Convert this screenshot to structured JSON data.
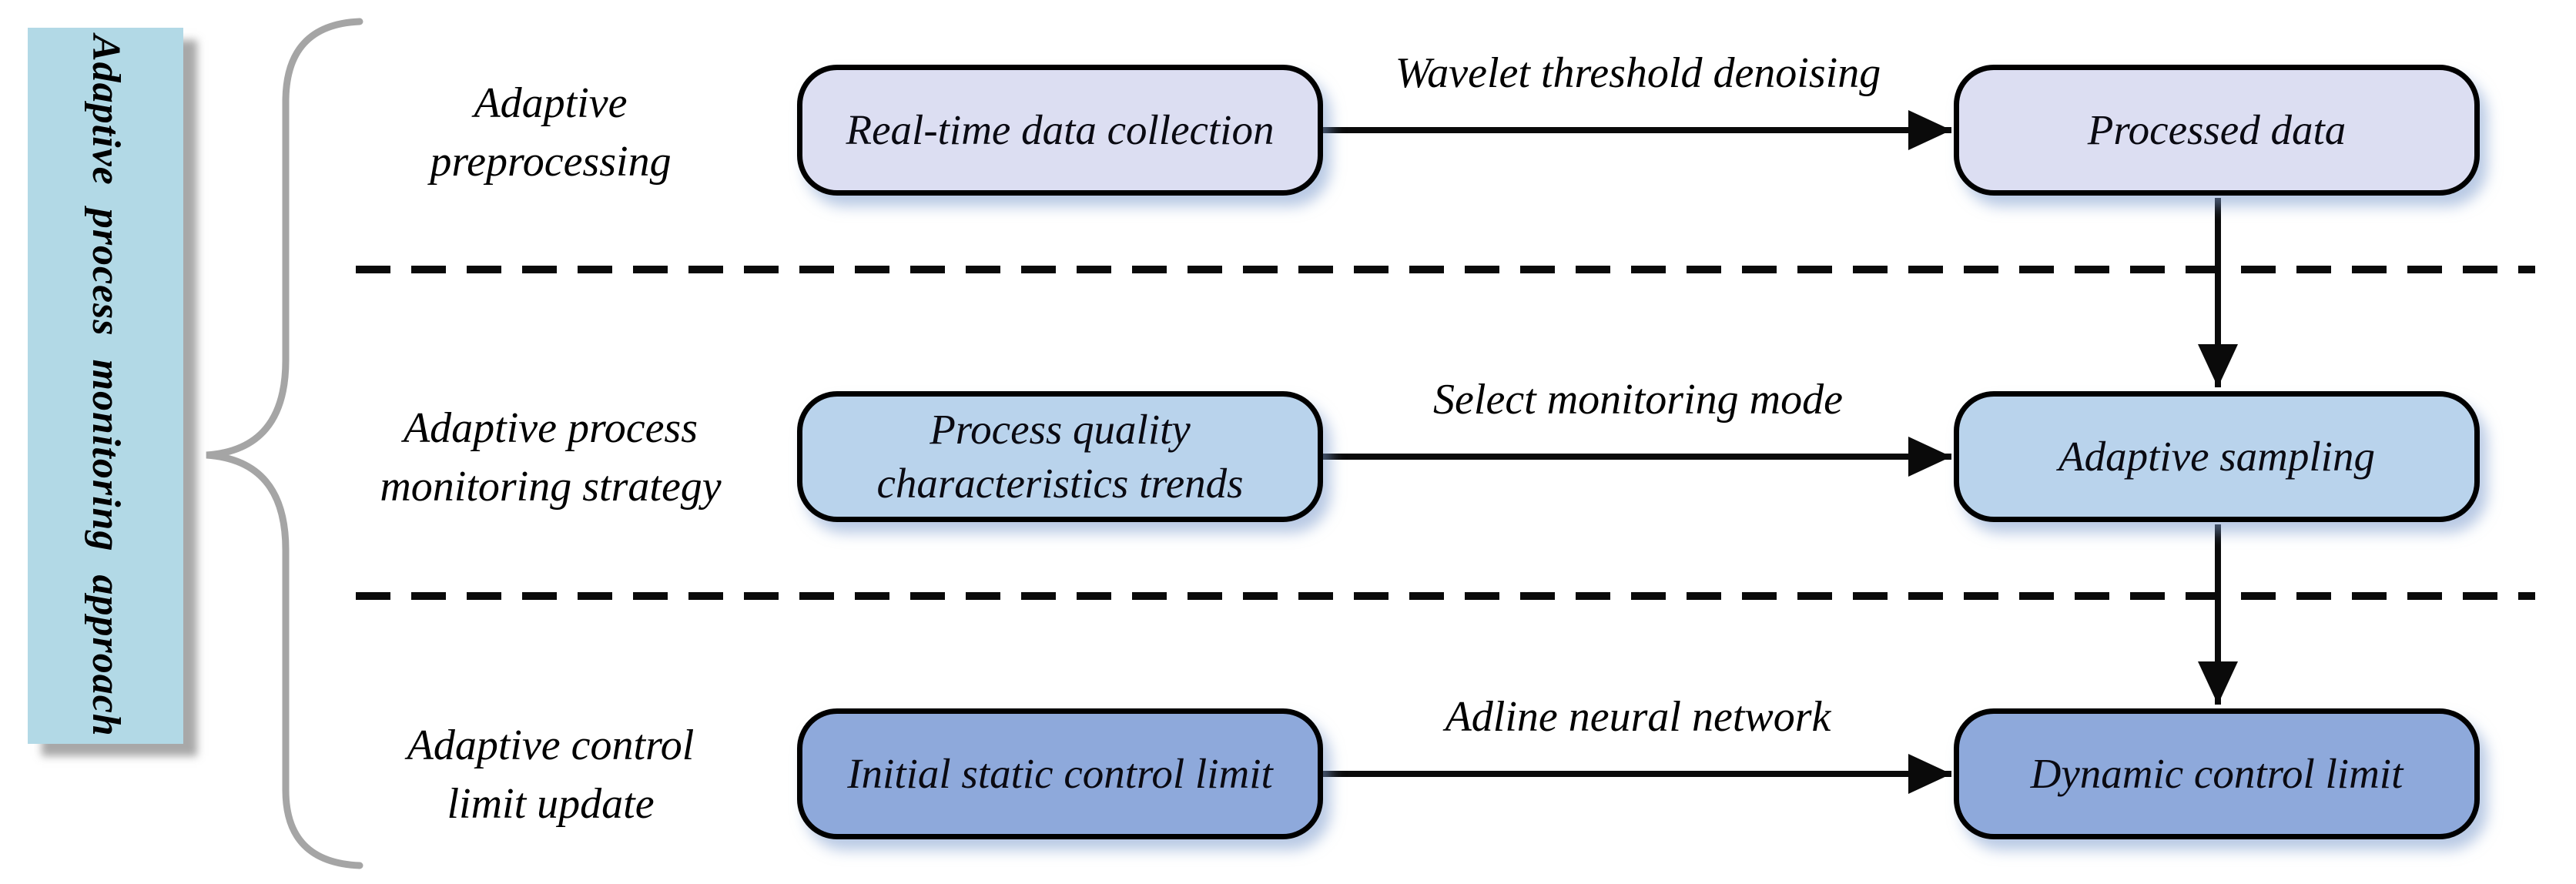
{
  "side_panel": {
    "label": "Adaptive process monitoring approach"
  },
  "rows": [
    {
      "stage_label": "Adaptive preprocessing",
      "source_box": "Real-time data collection",
      "arrow_label": "Wavelet threshold denoising",
      "target_box": "Processed data"
    },
    {
      "stage_label": "Adaptive process monitoring strategy",
      "source_box": "Process quality characteristics trends",
      "arrow_label": "Select monitoring mode",
      "target_box": "Adaptive sampling"
    },
    {
      "stage_label": "Adaptive control limit update",
      "source_box": "Initial static control limit",
      "arrow_label": "Adline neural network",
      "target_box": "Dynamic control limit"
    }
  ],
  "colors": {
    "panel_fill": "#b2d9e6",
    "stage1_box_fill": "#dcdef2",
    "stage2_box_fill": "#b9d3ec",
    "stage3_box_fill": "#8ea9db",
    "outline": "#000000",
    "brace": "#a5a5a5"
  }
}
